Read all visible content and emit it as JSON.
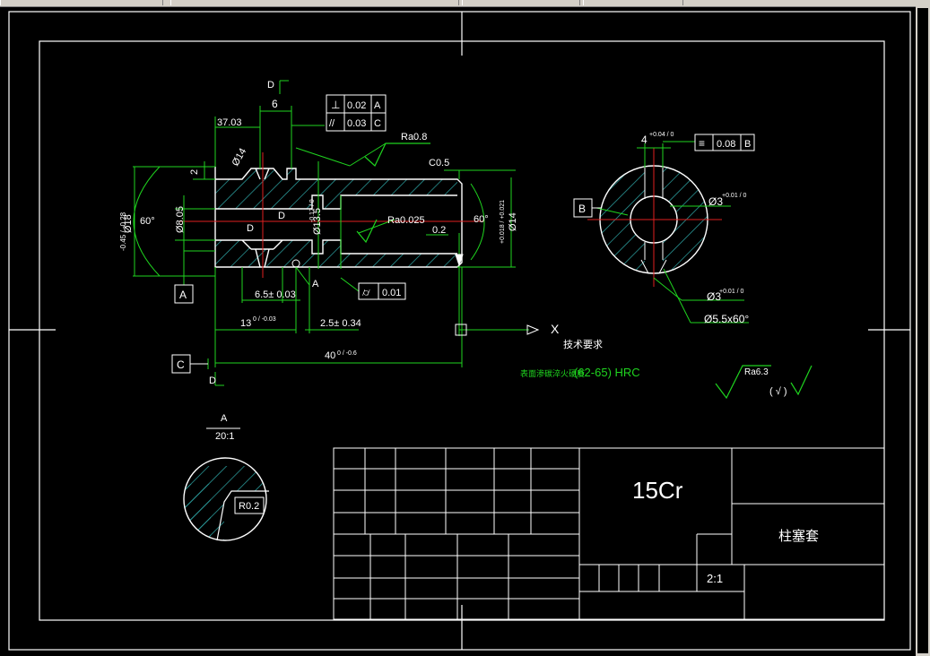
{
  "dims": {
    "d_label": "D",
    "d6": "6",
    "d37": "37.03",
    "phi14": "Ø14",
    "two": "2",
    "phi18": "Ø18",
    "phi18_tol": "-0.45 / -0.28",
    "phi8": "Ø8.05",
    "angle60": "60°",
    "phi135": "Ø13.5",
    "phi135_tol": "-0.17 / 0",
    "phi14r": "Ø14",
    "phi14r_tol": "+0.018 / +0.021",
    "c05": "C0.5",
    "ra08": "Ra0.8",
    "ra0025": "Ra0.025",
    "d02": "0.2",
    "d65": "6.5± 0.03",
    "d13": "13",
    "d13_tol": "0 / -0.03",
    "d25": "2.5± 0.34",
    "d40": "40",
    "d40_tol": "0 / -0.6",
    "d4": "4",
    "d4_tol": "+0.04 / 0",
    "phi3": "Ø3",
    "phi3_tol": "+0.01 / 0",
    "phi3b": "Ø3",
    "phi3b_tol": "+0.01 / 0",
    "countersink": "Ø5.5x60°",
    "r02": "R0.2",
    "sec_a": "A",
    "scale_a": "20:1",
    "ax_x": "X"
  },
  "gdt": {
    "row1_sym": "⊥",
    "row1_val": "0.02",
    "row1_ref": "A",
    "row2_sym": "//",
    "row2_val": "0.03",
    "row2_ref": "C",
    "cyl_sym": "⌭",
    "cyl_val": "0.01",
    "sym_sym": "≡",
    "sym_val": "0.08",
    "sym_ref": "B"
  },
  "datums": {
    "a": "A",
    "b": "B",
    "c": "C"
  },
  "notes": {
    "title": "技术要求",
    "line1_cn": "表面渗碳淬火硬度",
    "line1_val": "(62-65) HRC",
    "roughness_val": "Ra6.3",
    "roughness_tail": "(  √  )"
  },
  "titleblock": {
    "material": "15Cr",
    "part_name": "柱塞套",
    "scale": "2:1"
  }
}
